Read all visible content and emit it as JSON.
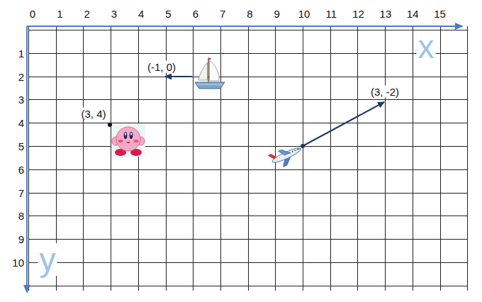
{
  "diagram": {
    "labels": [
      "0",
      "1",
      "2",
      "3",
      "4",
      "5",
      "6",
      "7",
      "8",
      "9",
      "10",
      "11",
      "12",
      "13",
      "14",
      "15",
      "1",
      "2",
      "3",
      "4",
      "5",
      "6",
      "7",
      "8",
      "9",
      "10",
      "x",
      "y",
      "(3, 4)",
      "(-1, 0)",
      "(3, -2)"
    ]
  }
}
